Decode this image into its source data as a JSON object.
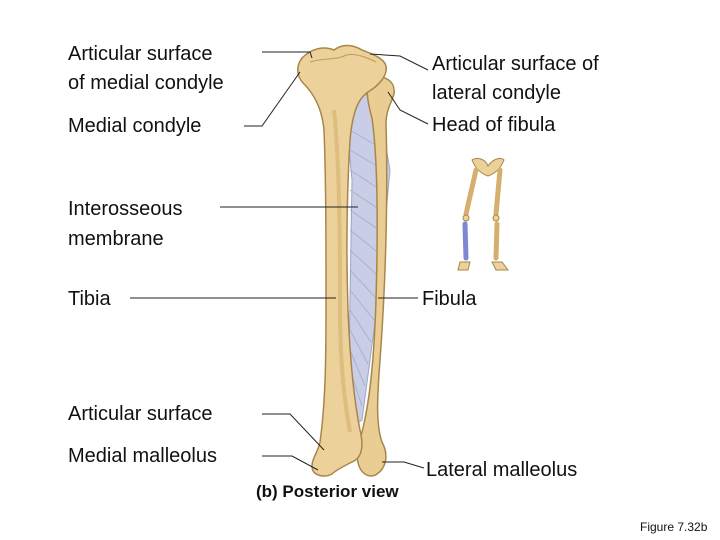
{
  "labels": {
    "articular_surface_medial_condyle": [
      "Articular surface",
      "of medial condyle"
    ],
    "medial_condyle": "Medial condyle",
    "articular_surface_lateral_condyle": [
      "Articular surface of",
      "lateral condyle"
    ],
    "head_of_fibula": "Head of fibula",
    "interosseous_membrane": [
      "Interosseous",
      "membrane"
    ],
    "tibia": "Tibia",
    "fibula": "Fibula",
    "articular_surface": "Articular surface",
    "medial_malleolus": "Medial malleolus",
    "lateral_malleolus": "Lateral malleolus"
  },
  "caption": "(b) Posterior view",
  "figure_number": "Figure 7.32b",
  "colors": {
    "bone_fill": "#ecd29a",
    "bone_shade": "#d4b06c",
    "bone_outline": "#a8864a",
    "membrane": "#c9cde6",
    "membrane_lines": "#9ea4c6",
    "highlight": "#7f86d2",
    "leader_line": "#222222"
  }
}
